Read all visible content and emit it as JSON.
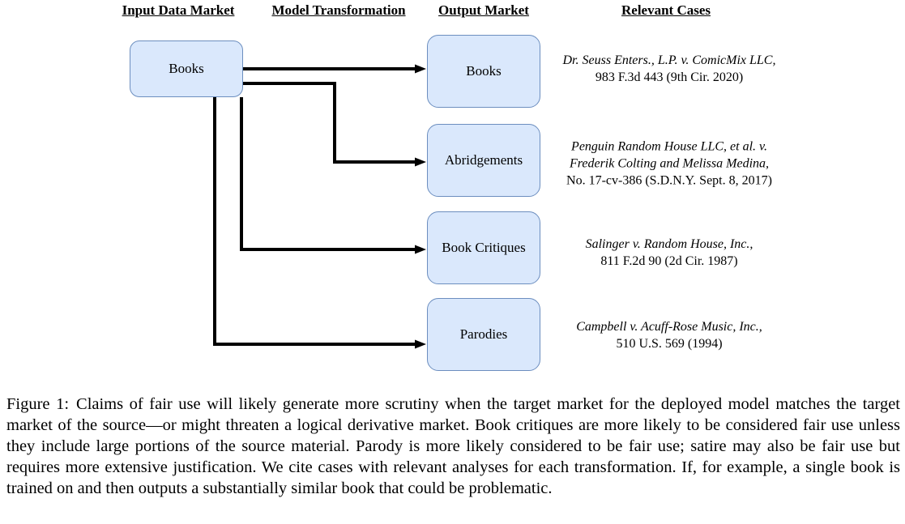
{
  "figure": {
    "column_headers": [
      "Input Data Market",
      "Model Transformation",
      "Output Market",
      "Relevant Cases"
    ],
    "input_market": "Books",
    "rows": [
      {
        "output_market": "Books",
        "case": {
          "italic": [
            "Dr. Seuss Enters., L.P. v. ComicMix LLC,"
          ],
          "plain": [
            "983 F.3d 443 (9th Cir. 2020)"
          ]
        }
      },
      {
        "output_market": "Abridgements",
        "case": {
          "italic": [
            "Penguin Random House LLC, et al. v.",
            "Frederik Colting and Melissa Medina,"
          ],
          "plain": [
            "No. 17-cv-386 (S.D.N.Y. Sept. 8, 2017)"
          ]
        }
      },
      {
        "output_market": "Book Critiques",
        "case": {
          "italic": [
            "Salinger v. Random House, Inc.,"
          ],
          "plain": [
            "811 F.2d 90 (2d Cir. 1987)"
          ]
        }
      },
      {
        "output_market": "Parodies",
        "case": {
          "italic": [
            "Campbell v. Acuff-Rose Music, Inc.,"
          ],
          "plain": [
            "510 U.S. 569 (1994)"
          ]
        }
      }
    ],
    "colors": {
      "box_fill": "#dae8fc",
      "box_border": "#6c8ebf",
      "arrow": "#000000"
    }
  },
  "caption": {
    "label": "Figure 1:",
    "text": "Claims of fair use will likely generate more scrutiny when the target market for the deployed model matches the target market of the source—or might threaten a logical derivative market. Book critiques are more likely to be considered fair use unless they include large portions of the source material. Parody is more likely considered to be fair use; satire may also be fair use but requires more extensive justification. We cite cases with relevant analyses for each transformation. If, for example, a single book is trained on and then outputs a substantially similar book that could be problematic."
  }
}
